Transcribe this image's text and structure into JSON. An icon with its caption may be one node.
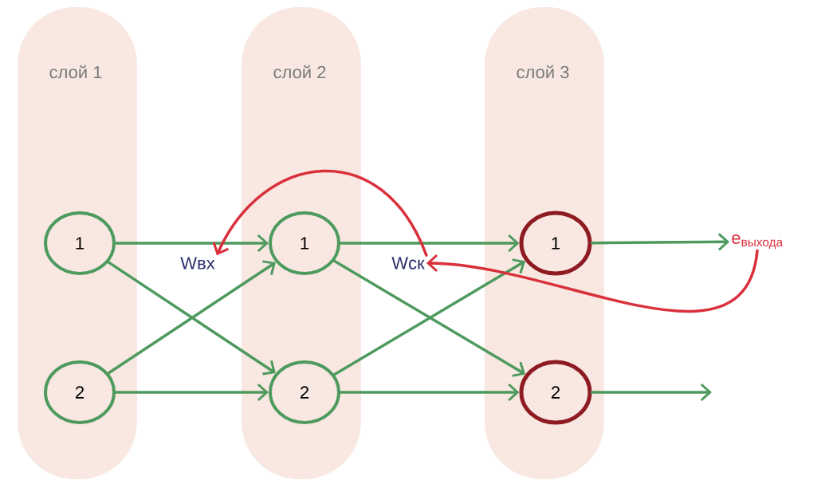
{
  "diagram": {
    "nodes": [
      {
        "text": [
          "слой 1"
        ]
      },
      {
        "text": [
          "слой 2"
        ]
      },
      {
        "text": [
          "слой 3"
        ]
      },
      {
        "text": [
          "1"
        ],
        "in": 0
      },
      {
        "text": [
          "2"
        ],
        "in": 0
      },
      {
        "text": [
          "1"
        ],
        "in": 1
      },
      {
        "text": [
          "2"
        ],
        "in": 1
      },
      {
        "text": [
          "1"
        ],
        "in": 2
      },
      {
        "text": [
          "2"
        ],
        "in": 2
      },
      {
        "text": [
          "e$_{выхода}$"
        ]
      },
      {
        "text": [
          "Wвх"
        ]
      },
      {
        "text": [
          "Wск"
        ]
      }
    ],
    "edges": [
      {
        "from": 3,
        "to": 5,
        "arrow": "to"
      },
      {
        "from": 3,
        "to": 6,
        "arrow": "to"
      },
      {
        "from": 4,
        "to": 5,
        "arrow": "to"
      },
      {
        "from": 4,
        "to": 6,
        "arrow": "to"
      },
      {
        "from": 5,
        "to": 7,
        "arrow": "to"
      },
      {
        "from": 5,
        "to": 8,
        "arrow": "to"
      },
      {
        "from": 6,
        "to": 7,
        "arrow": "to"
      },
      {
        "from": 6,
        "to": 8,
        "arrow": "to"
      },
      {
        "from": 7,
        "to": 9,
        "arrow": "to"
      },
      {
        "from": 8,
        "to": null,
        "arrow": "to"
      },
      {
        "from": 9,
        "to": 11,
        "arrow": "to",
        "color": "#d9303c"
      },
      {
        "from": 11,
        "to": 10,
        "arrow": "to",
        "color": "#d9303c"
      }
    ]
  }
}
